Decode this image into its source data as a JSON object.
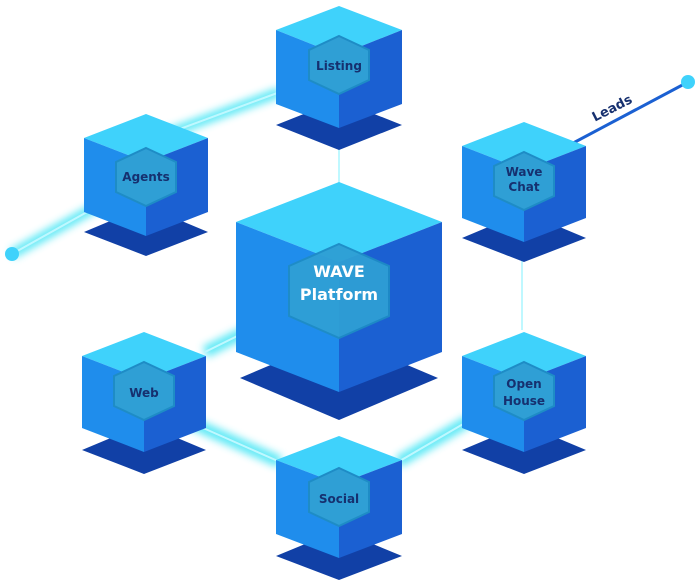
{
  "diagram": {
    "center": {
      "line1": "WAVE",
      "line2": "Platform"
    },
    "nodes": {
      "listing": {
        "line1": "Listing",
        "line2": ""
      },
      "agents": {
        "line1": "Agents",
        "line2": ""
      },
      "wave_chat": {
        "line1": "Wave",
        "line2": "Chat"
      },
      "web": {
        "line1": "Web",
        "line2": ""
      },
      "open_house": {
        "line1": "Open",
        "line2": "House"
      },
      "social": {
        "line1": "Social",
        "line2": ""
      }
    },
    "leads_label": "Leads"
  },
  "colors": {
    "top_face": "#3fd2fb",
    "left_face": "#1f8dec",
    "right_face": "#1b60d2",
    "shadow": "#1140a6",
    "hex_fill": "#2f9fd5",
    "hex_edge": "#1e8cc6",
    "glow": "#4fe7f5",
    "label": "#16306f"
  }
}
